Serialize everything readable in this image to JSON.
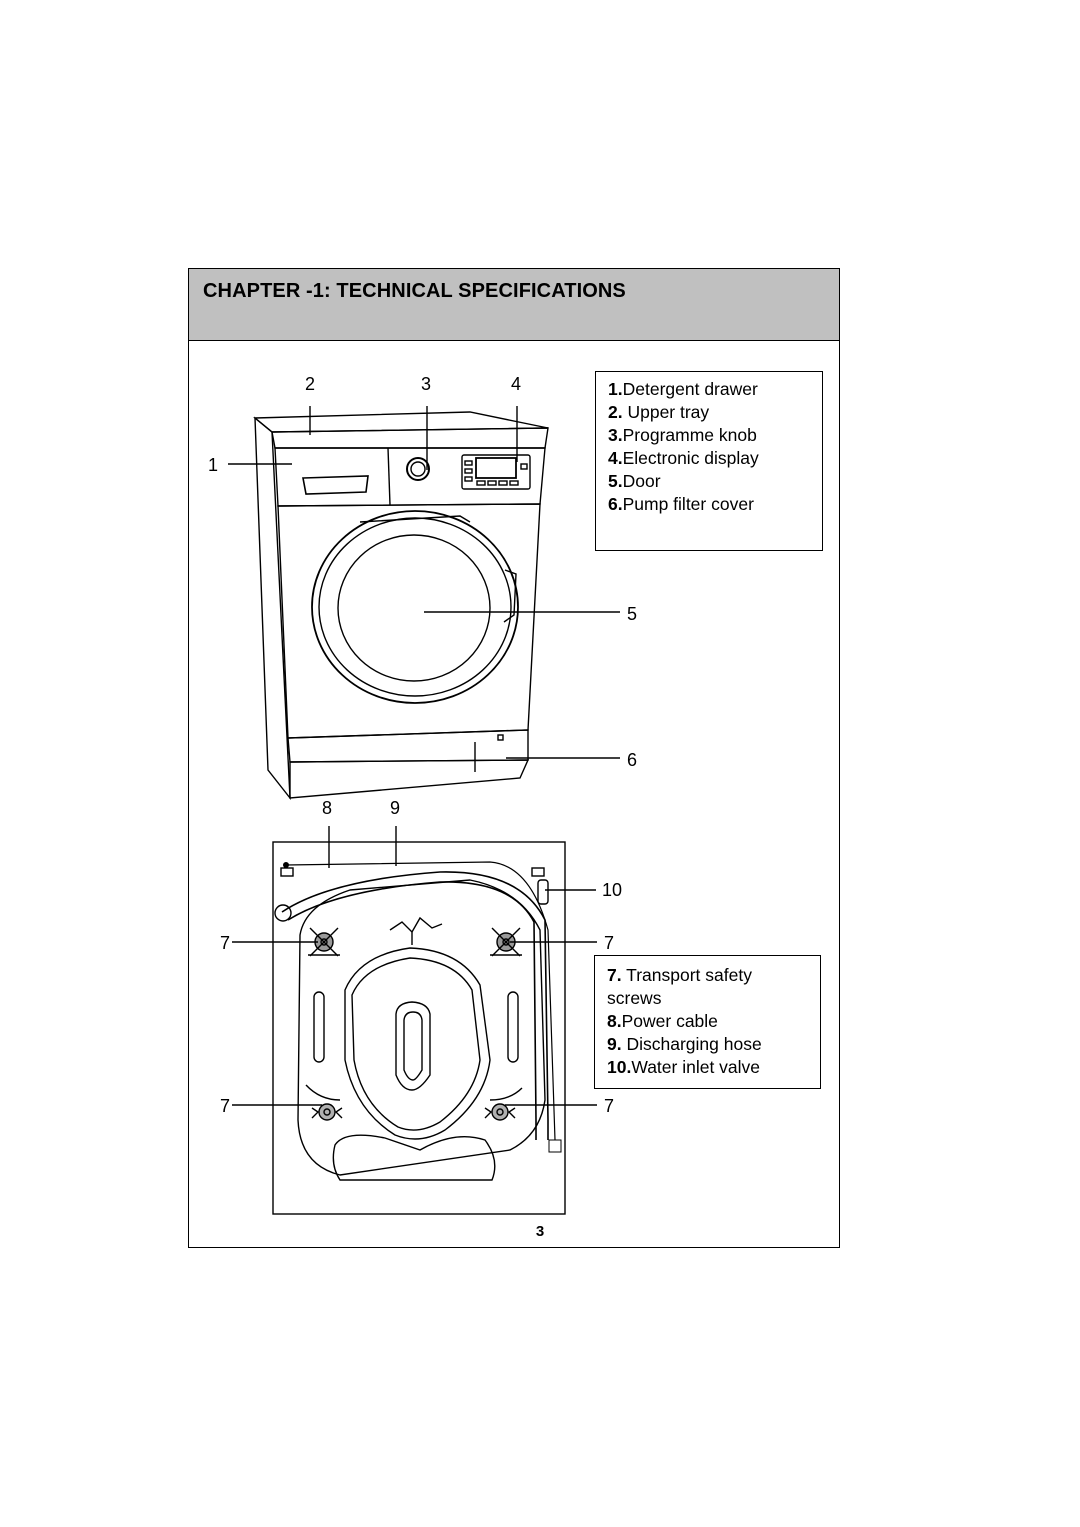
{
  "chapter_title": "CHAPTER -1: TECHNICAL SPECIFICATIONS",
  "front_legend": [
    {
      "num": "1.",
      "label": "Detergent drawer"
    },
    {
      "num": "2.",
      "label": " Upper tray"
    },
    {
      "num": "3.",
      "label": "Programme knob"
    },
    {
      "num": "4.",
      "label": "Electronic display"
    },
    {
      "num": "5.",
      "label": "Door"
    },
    {
      "num": "6.",
      "label": "Pump filter cover"
    }
  ],
  "back_legend": [
    {
      "num": "7.",
      "label": " Transport safety screws"
    },
    {
      "num": "8.",
      "label": "Power cable"
    },
    {
      "num": "9.",
      "label": " Discharging hose"
    },
    {
      "num": "10.",
      "label": "Water inlet valve"
    }
  ],
  "callouts": {
    "c1": "1",
    "c2": "2",
    "c3": "3",
    "c4": "4",
    "c5": "5",
    "c6": "6",
    "c7a": "7",
    "c7b": "7",
    "c7c": "7",
    "c7d": "7",
    "c8": "8",
    "c9": "9",
    "c10": "10"
  },
  "page_number": "3"
}
